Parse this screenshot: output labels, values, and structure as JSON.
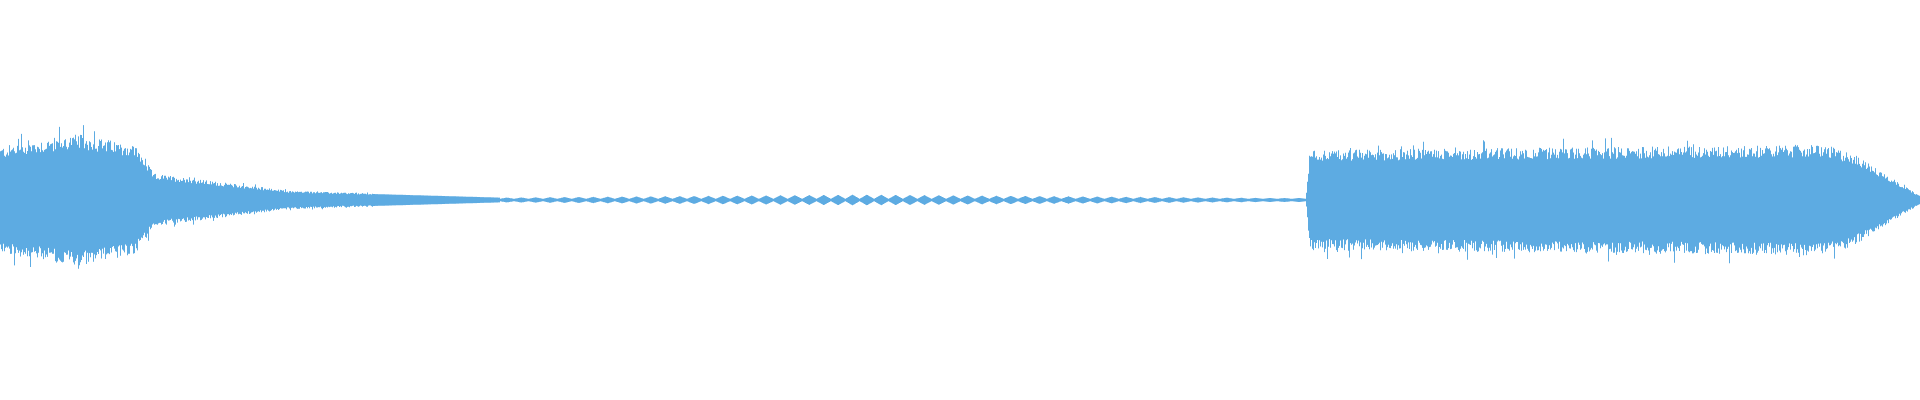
{
  "waveform": {
    "color": "#5dabe2",
    "background": "#ffffff",
    "amplitude_envelope": {
      "note": "",
      "segments": [
        {
          "from": 0.0,
          "to": 0.005,
          "level_start": 0.4,
          "level_end": 0.42
        },
        {
          "from": 0.005,
          "to": 0.04,
          "level_start": 0.42,
          "level_end": 0.5
        },
        {
          "from": 0.04,
          "to": 0.07,
          "level_start": 0.5,
          "level_end": 0.42
        },
        {
          "from": 0.07,
          "to": 0.08,
          "level_start": 0.42,
          "level_end": 0.2
        },
        {
          "from": 0.08,
          "to": 0.15,
          "level_start": 0.2,
          "level_end": 0.07
        },
        {
          "from": 0.15,
          "to": 0.26,
          "level_start": 0.07,
          "level_end": 0.02
        },
        {
          "from": 0.26,
          "to": 0.68,
          "level_start": 0.03,
          "level_end": 0.03,
          "pulsed": true
        },
        {
          "from": 0.68,
          "to": 0.682,
          "level_start": 0.02,
          "level_end": 0.38
        },
        {
          "from": 0.682,
          "to": 0.95,
          "level_start": 0.38,
          "level_end": 0.42
        },
        {
          "from": 0.95,
          "to": 0.965,
          "level_start": 0.42,
          "level_end": 0.35
        },
        {
          "from": 0.965,
          "to": 1.0,
          "level_start": 0.35,
          "level_end": 0.03
        }
      ]
    }
  }
}
